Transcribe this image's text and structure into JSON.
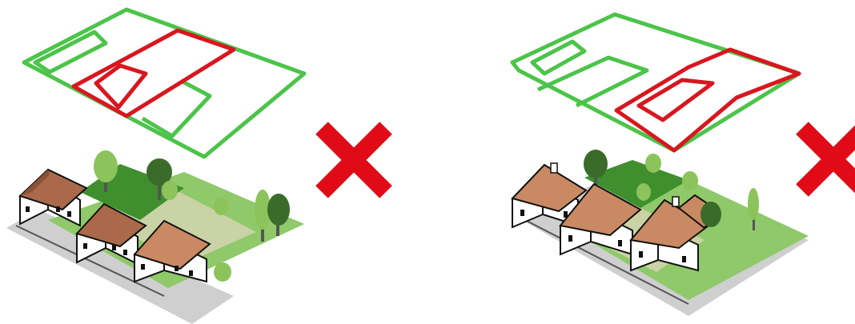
{
  "colors": {
    "green_outline": "#4cc44a",
    "red_outline": "#d9161f",
    "cross": "#e10b17",
    "lawn_light": "#8fc96a",
    "lawn_dark": "#3f8f2f",
    "lawn_pale": "#c9d3a5",
    "roof": "#c98a63",
    "roof_dark": "#8a5237",
    "wall": "#ffffff",
    "ground_shadow": "#c9c9c9",
    "tree_dark": "#3b6b2a",
    "tree_light": "#8cc35a"
  },
  "panels": [
    {
      "name": "panel-left",
      "verdict": "incorrect",
      "verdict_icon": "red-x-icon"
    },
    {
      "name": "panel-right",
      "verdict": "incorrect",
      "verdict_icon": "red-x-icon"
    }
  ]
}
